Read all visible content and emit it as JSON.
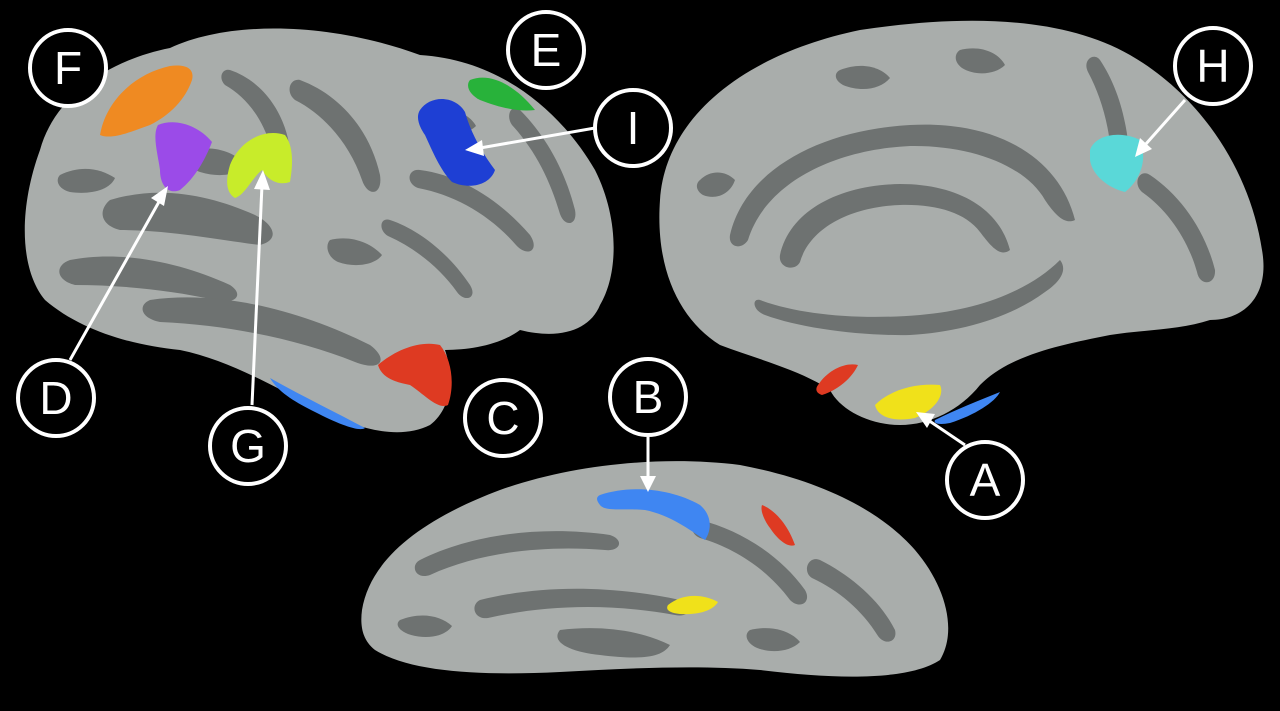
{
  "figure": {
    "background_color": "#000000",
    "cortex_gyrus_color": "#a9adab",
    "cortex_sulcus_color": "#6e7271",
    "label_stroke_color": "#ffffff"
  },
  "views": [
    {
      "name": "lateral-view"
    },
    {
      "name": "medial-view"
    },
    {
      "name": "ventral-view"
    }
  ],
  "regions": [
    {
      "label": "A",
      "color": "#f0e11a"
    },
    {
      "label": "B",
      "color": "#3f86f2"
    },
    {
      "label": "C",
      "color": "#de3a22"
    },
    {
      "label": "D",
      "color": "#9b4be8"
    },
    {
      "label": "E",
      "color": "#28b23a"
    },
    {
      "label": "F",
      "color": "#ef8a22"
    },
    {
      "label": "G",
      "color": "#c8ec2a"
    },
    {
      "label": "H",
      "color": "#5ad8d8"
    },
    {
      "label": "I",
      "color": "#1e3fd4"
    }
  ],
  "labels": {
    "a": "A",
    "b": "B",
    "c": "C",
    "d": "D",
    "e": "E",
    "f": "F",
    "g": "G",
    "h": "H",
    "i": "I"
  }
}
